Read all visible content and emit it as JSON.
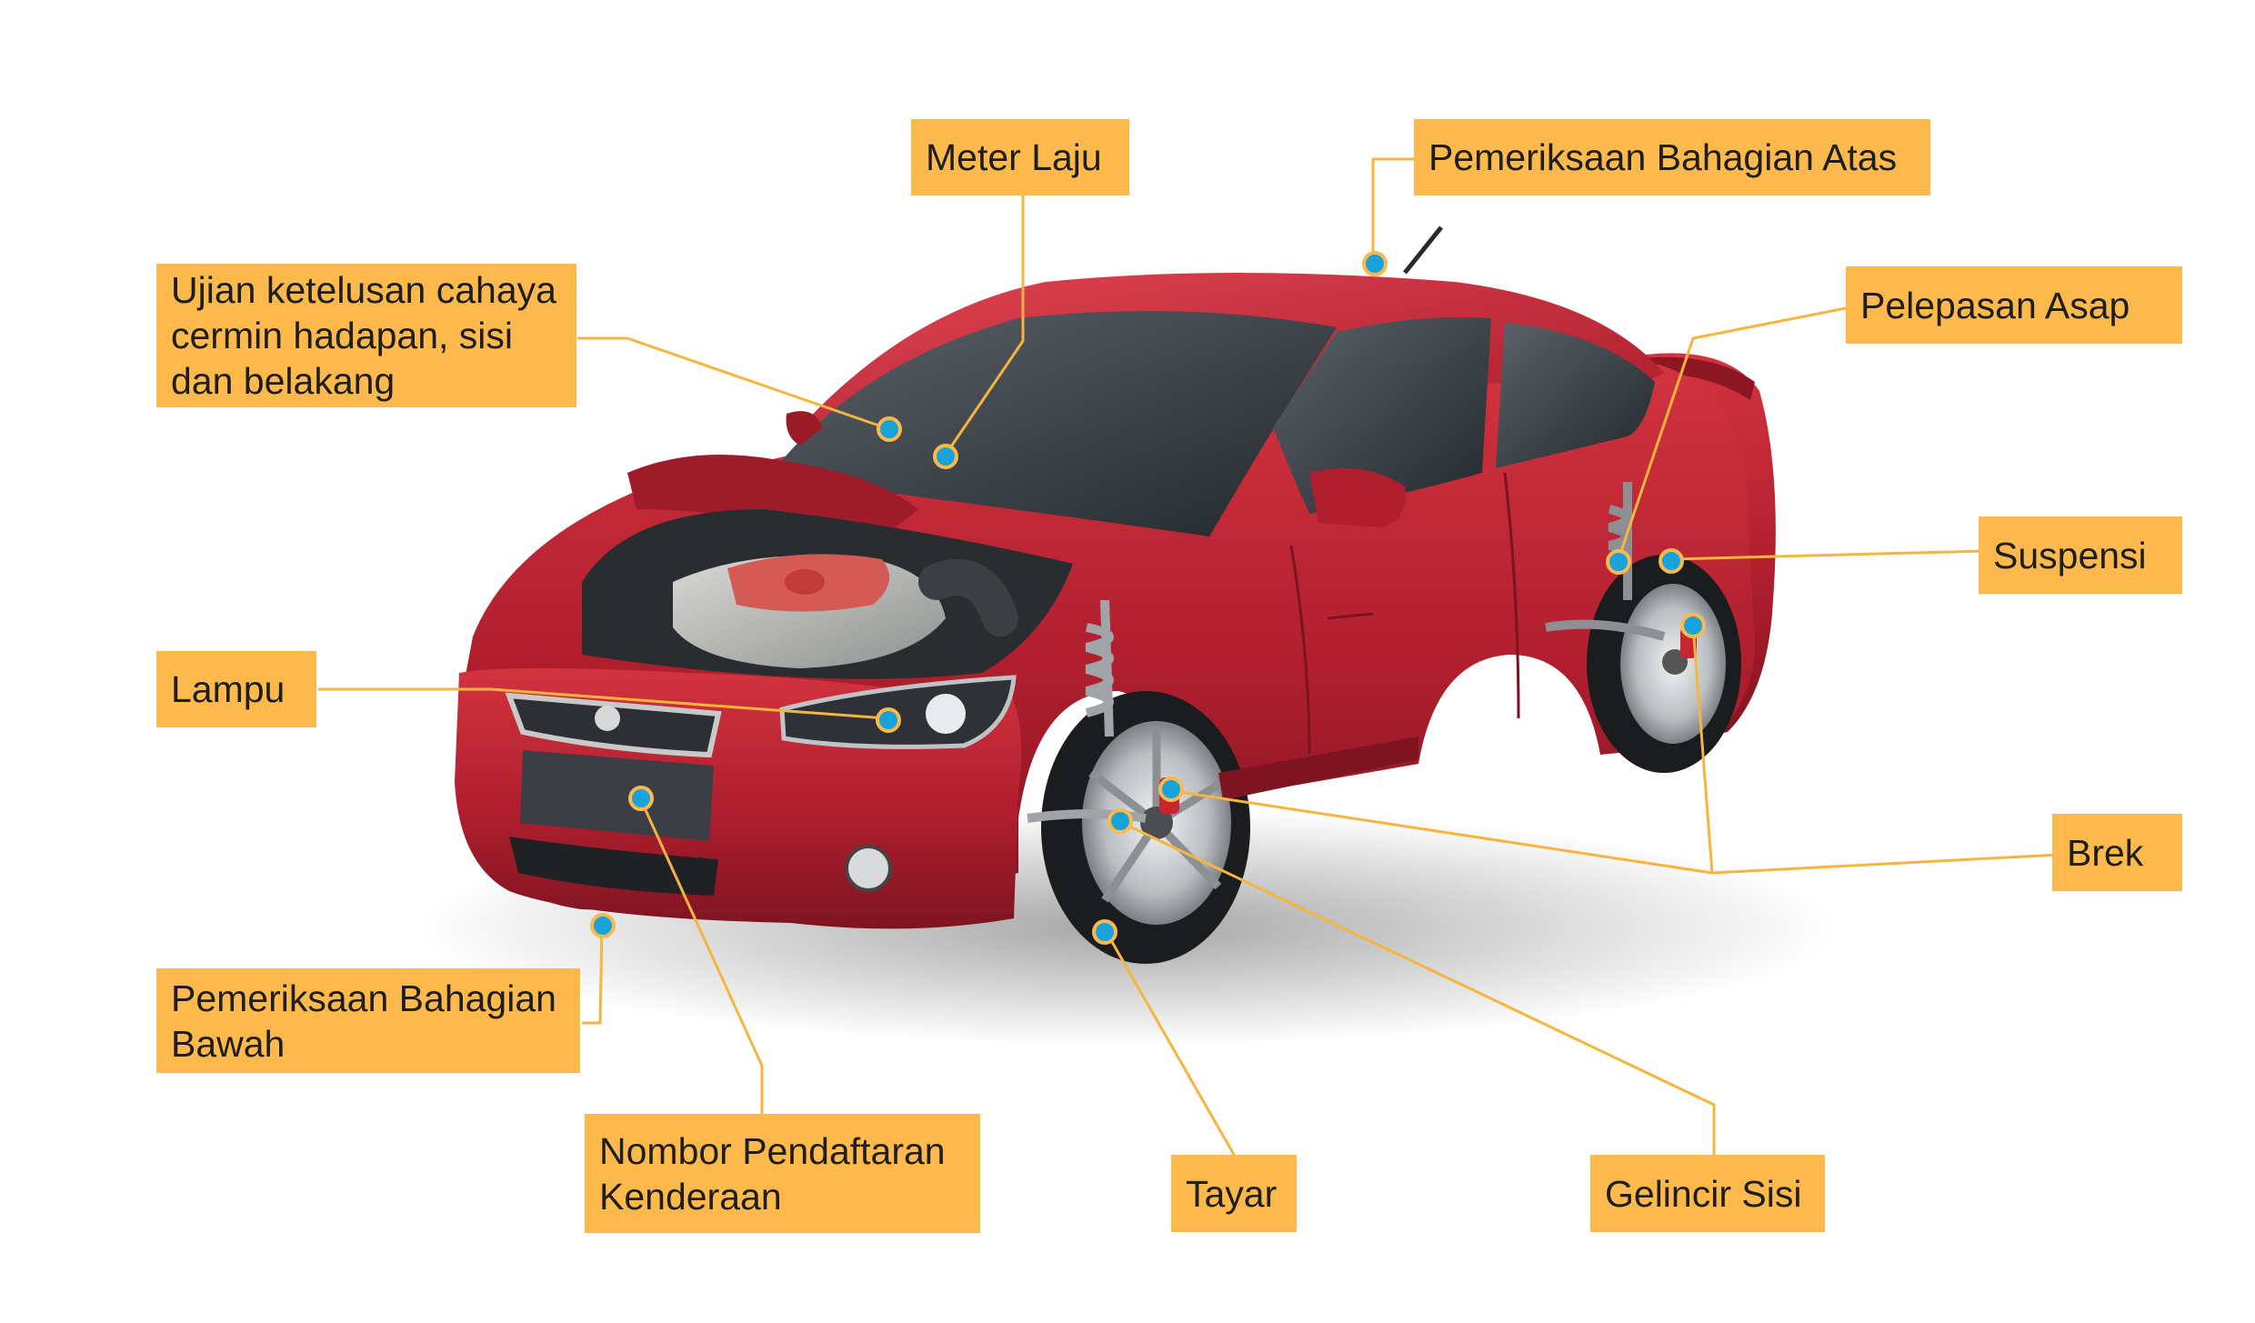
{
  "colors": {
    "label_bg": "#FDB94B",
    "leader_line": "#F5B53F",
    "hotspot": "#1AA3DB",
    "hotspot_ring": "#FDB94B",
    "car_body": "#B01E2E",
    "background": "#FFFFFF"
  },
  "labels": {
    "meter_laju": "Meter Laju",
    "pemeriksaan_atas": "Pemeriksaan Bahagian Atas",
    "ujian_line1": "Ujian ketelusan cahaya",
    "ujian_line2": "cermin hadapan, sisi",
    "ujian_line3": "dan belakang",
    "pelepasan_asap": "Pelepasan Asap",
    "suspensi": "Suspensi",
    "lampu": "Lampu",
    "brek": "Brek",
    "bawah_line1": "Pemeriksaan Bahagian",
    "bawah_line2": "Bawah",
    "nombor_line1": "Nombor Pendaftaran",
    "nombor_line2": "Kenderaan",
    "tayar": "Tayar",
    "gelincir_sisi": "Gelincir Sisi"
  }
}
